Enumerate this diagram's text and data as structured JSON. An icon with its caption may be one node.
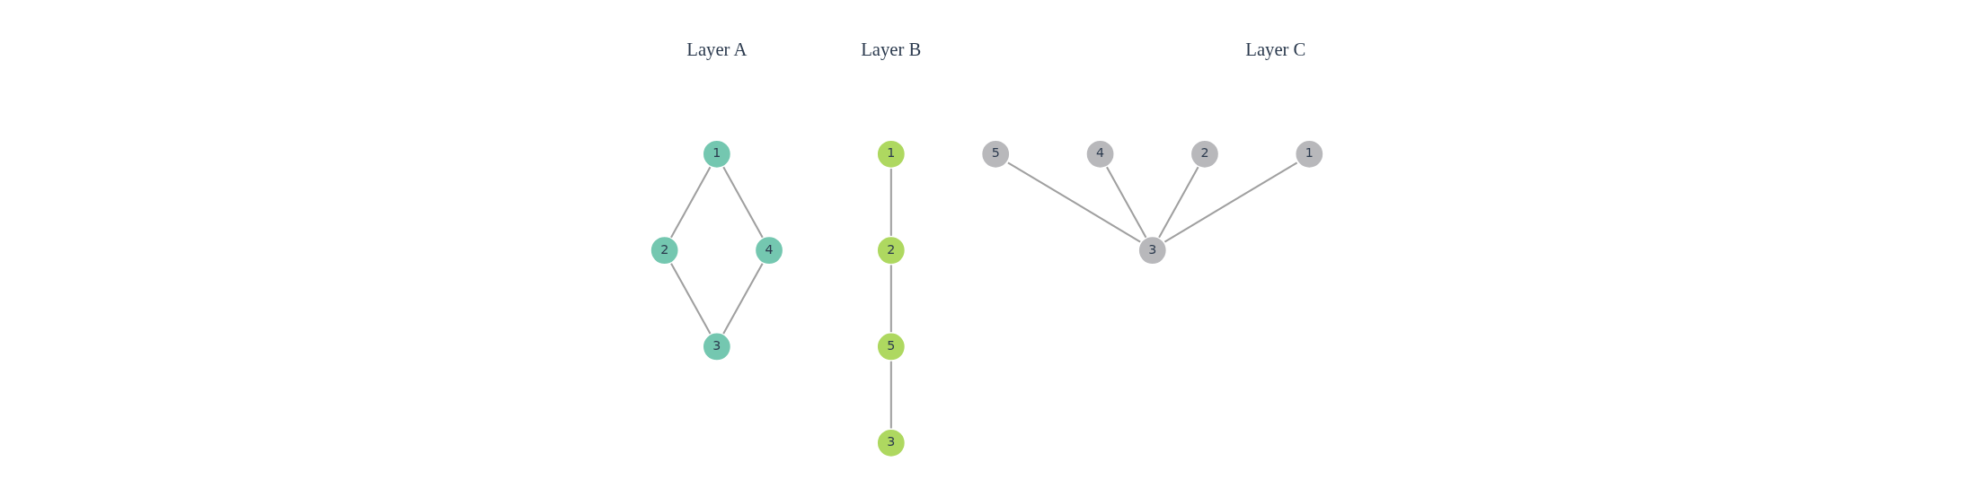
{
  "diagram": {
    "nodes": [
      {
        "text": [
          "1"
        ]
      },
      {
        "text": [
          "2"
        ]
      },
      {
        "text": [
          "3"
        ]
      },
      {
        "text": [
          "4"
        ]
      },
      {
        "text": [
          "1"
        ]
      },
      {
        "text": [
          "2"
        ]
      },
      {
        "text": [
          "3"
        ]
      },
      {
        "text": [
          "5"
        ]
      },
      {
        "text": [
          "1"
        ]
      },
      {
        "text": [
          "2"
        ]
      },
      {
        "text": [
          "3"
        ]
      },
      {
        "text": [
          "4"
        ]
      },
      {
        "text": [
          "5"
        ]
      }
    ],
    "edges": [
      {
        "from": 0,
        "to": 1,
        "arrow": "none"
      },
      {
        "from": 1,
        "to": 2,
        "arrow": "none"
      },
      {
        "from": 0,
        "to": 3,
        "arrow": "none"
      },
      {
        "from": 3,
        "to": 2,
        "arrow": "none"
      },
      {
        "from": 4,
        "to": 5,
        "arrow": "none"
      },
      {
        "from": 5,
        "to": 7,
        "arrow": "none"
      },
      {
        "from": 7,
        "to": 6,
        "arrow": "none"
      },
      {
        "from": 8,
        "to": 10,
        "arrow": "none"
      },
      {
        "from": 9,
        "to": 10,
        "arrow": "none"
      },
      {
        "from": 12,
        "to": 10,
        "arrow": "none"
      },
      {
        "from": 11,
        "to": 10,
        "arrow": "none"
      }
    ],
    "labels": [
      "Layer A",
      "Layer B",
      "Layer C"
    ]
  }
}
